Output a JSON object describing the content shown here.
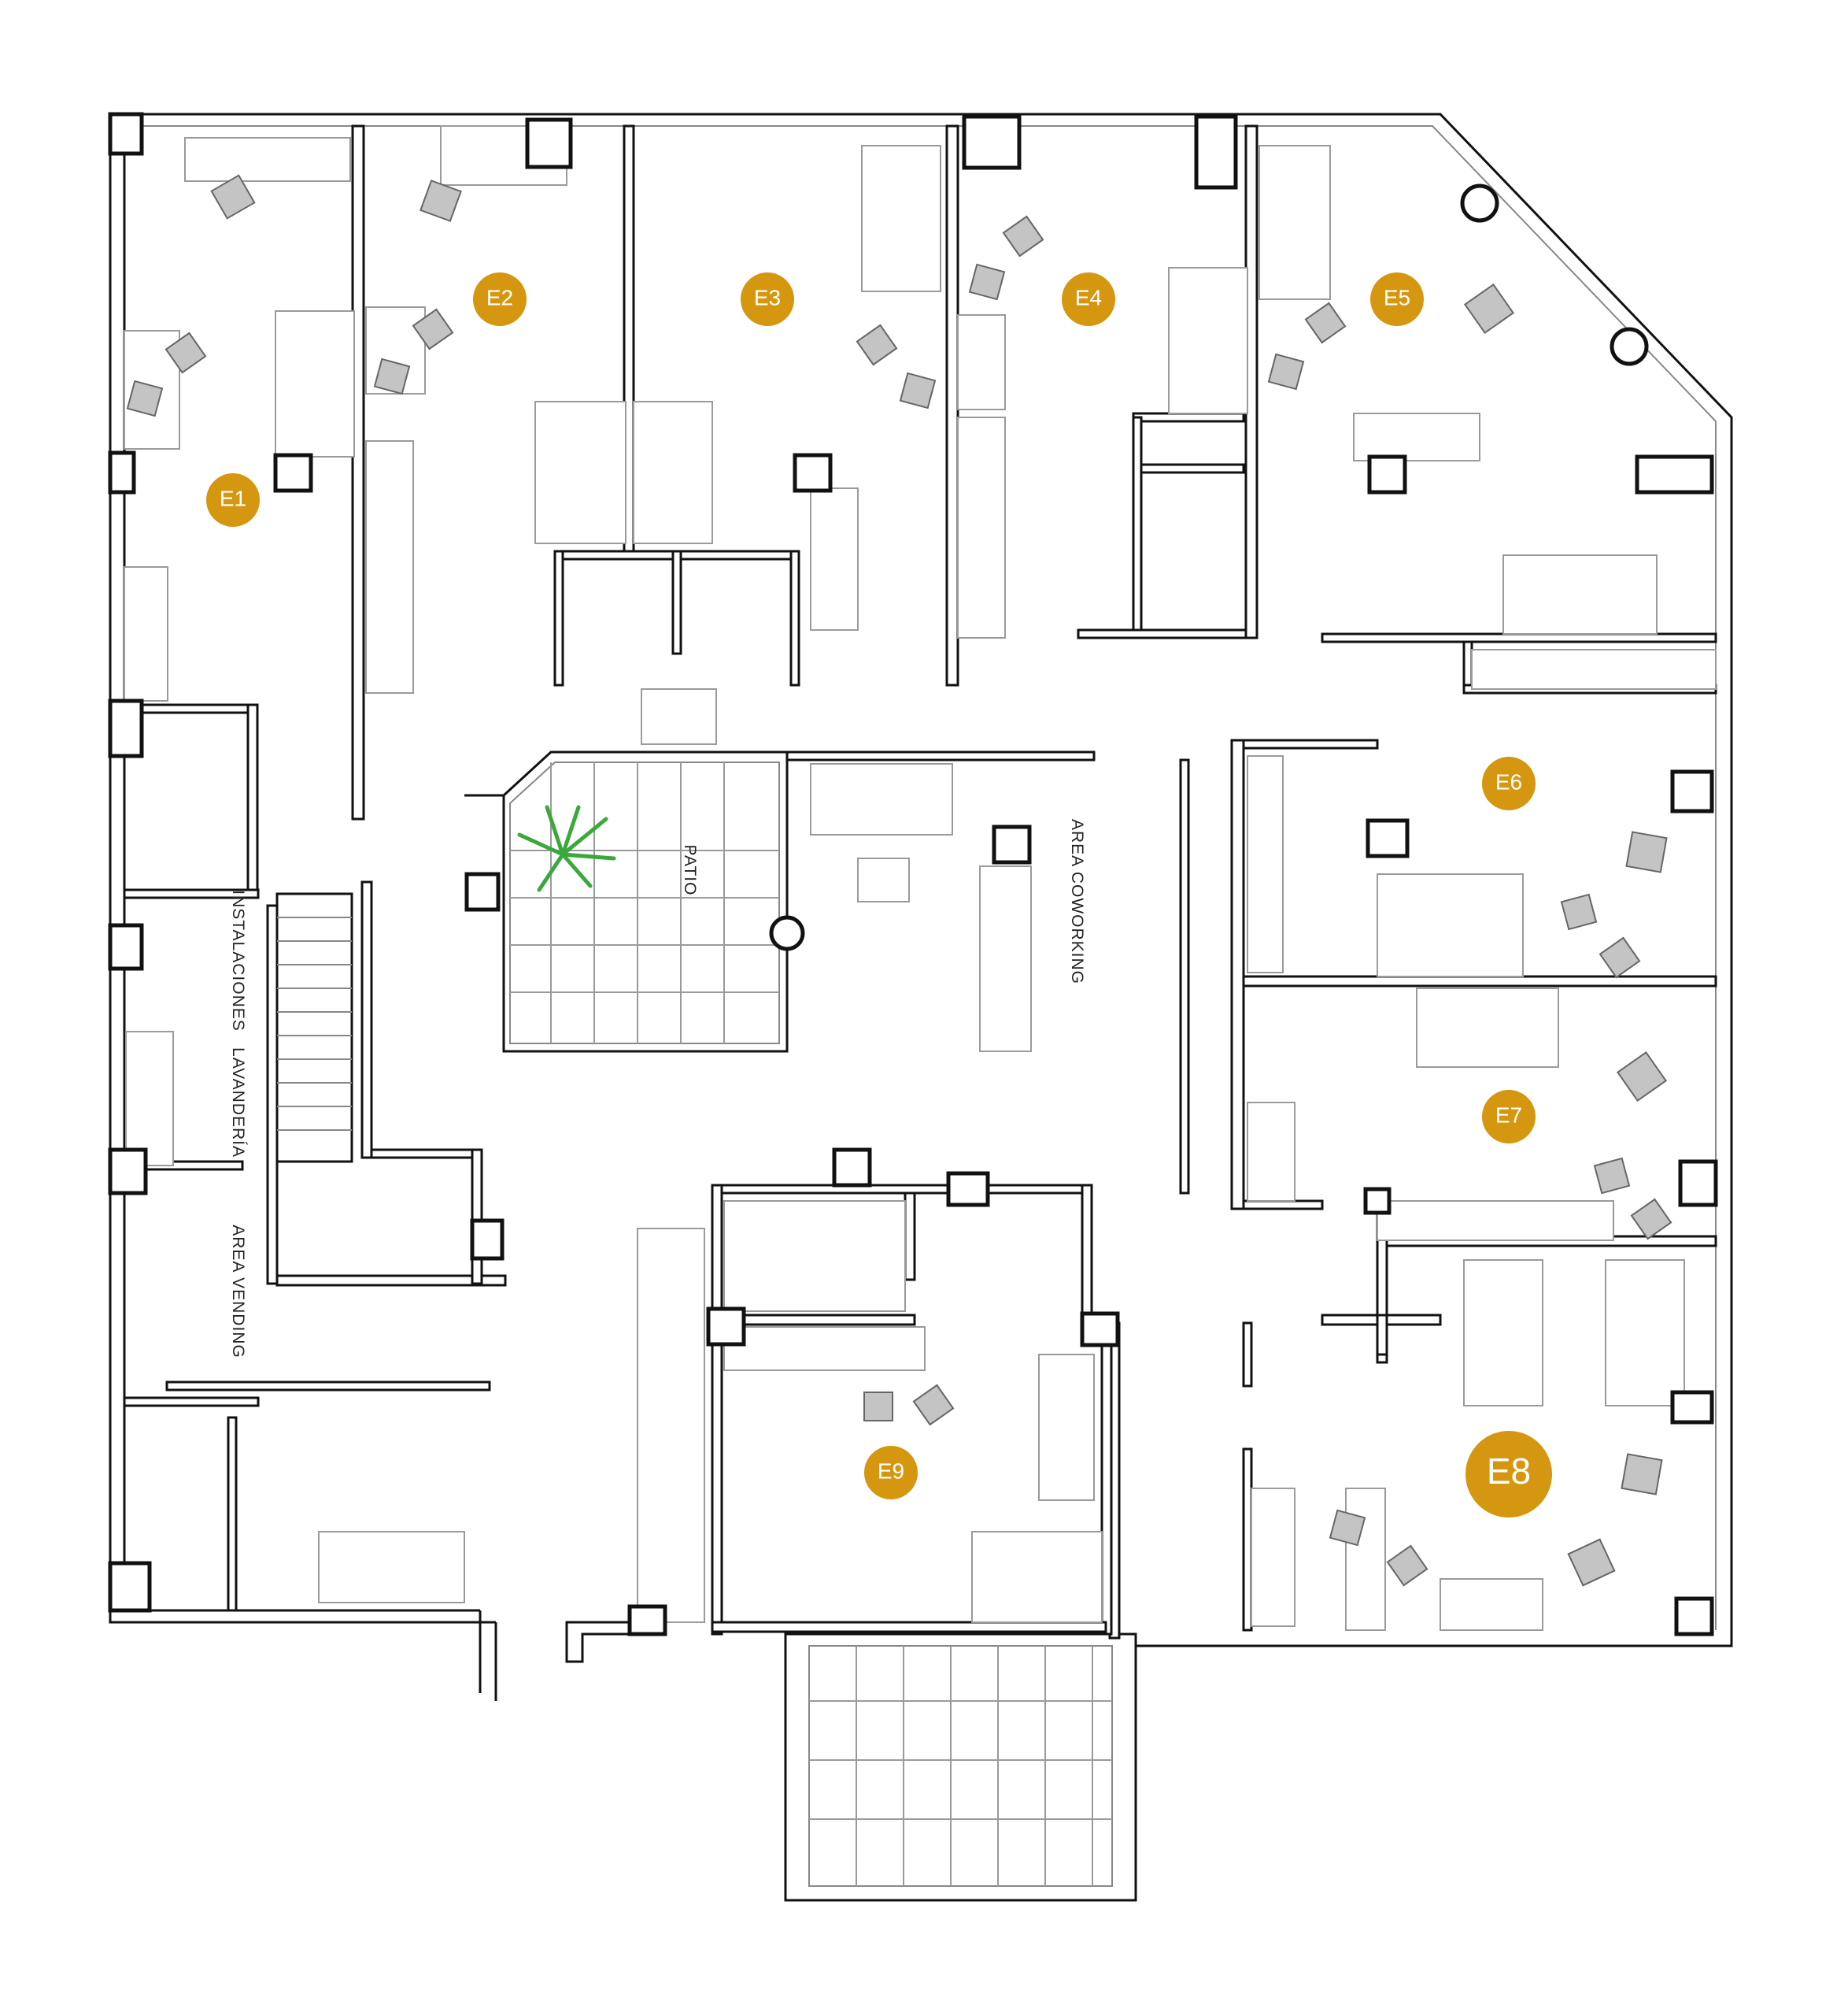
{
  "colors": {
    "badge": "#d4970f",
    "highlight": "#f5e9cc",
    "wall": "#111111",
    "palm": "#3aa83a"
  },
  "units": {
    "E1": "E1",
    "E2": "E2",
    "E3": "E3",
    "E4": "E4",
    "E5": "E5",
    "E6": "E6",
    "E7": "E7",
    "E8": "E8",
    "E9": "E9"
  },
  "highlighted_unit": "E8",
  "areas": {
    "patio": "PATIO",
    "coworking": "AREA COWORKING",
    "instalaciones": "INSTALACIONES",
    "lavanderia": "LAVANDERÍA",
    "vending": "AREA VENDING"
  }
}
